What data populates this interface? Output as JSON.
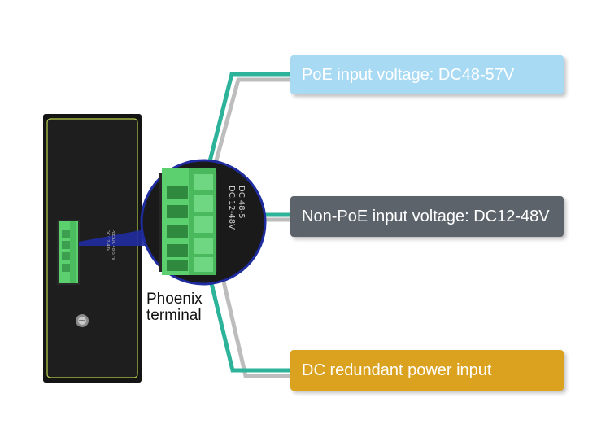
{
  "labels": {
    "poe_input": "PoE input voltage: DC48-57V",
    "nonpoe_input": "Non-PoE input voltage: DC12-48V",
    "dc_redundant": "DC redundant power input"
  },
  "callout": {
    "line1": "Phoenix",
    "line2": "terminal"
  },
  "device_print": {
    "zoom_line1": "DC 48-5",
    "zoom_line2": "DC:12-48V",
    "small_line1": "PoE:DC 48-57V",
    "small_line2": "DC:12-48V"
  },
  "colors": {
    "poe_box": "#a8daf3",
    "nonpoe_box": "#5c636a",
    "dc_box": "#dba21f",
    "connector_line": "#2db39a",
    "terminal_green": "#5ccf6e",
    "device_body": "#1c1c1c",
    "device_outline": "#b9d24a"
  }
}
